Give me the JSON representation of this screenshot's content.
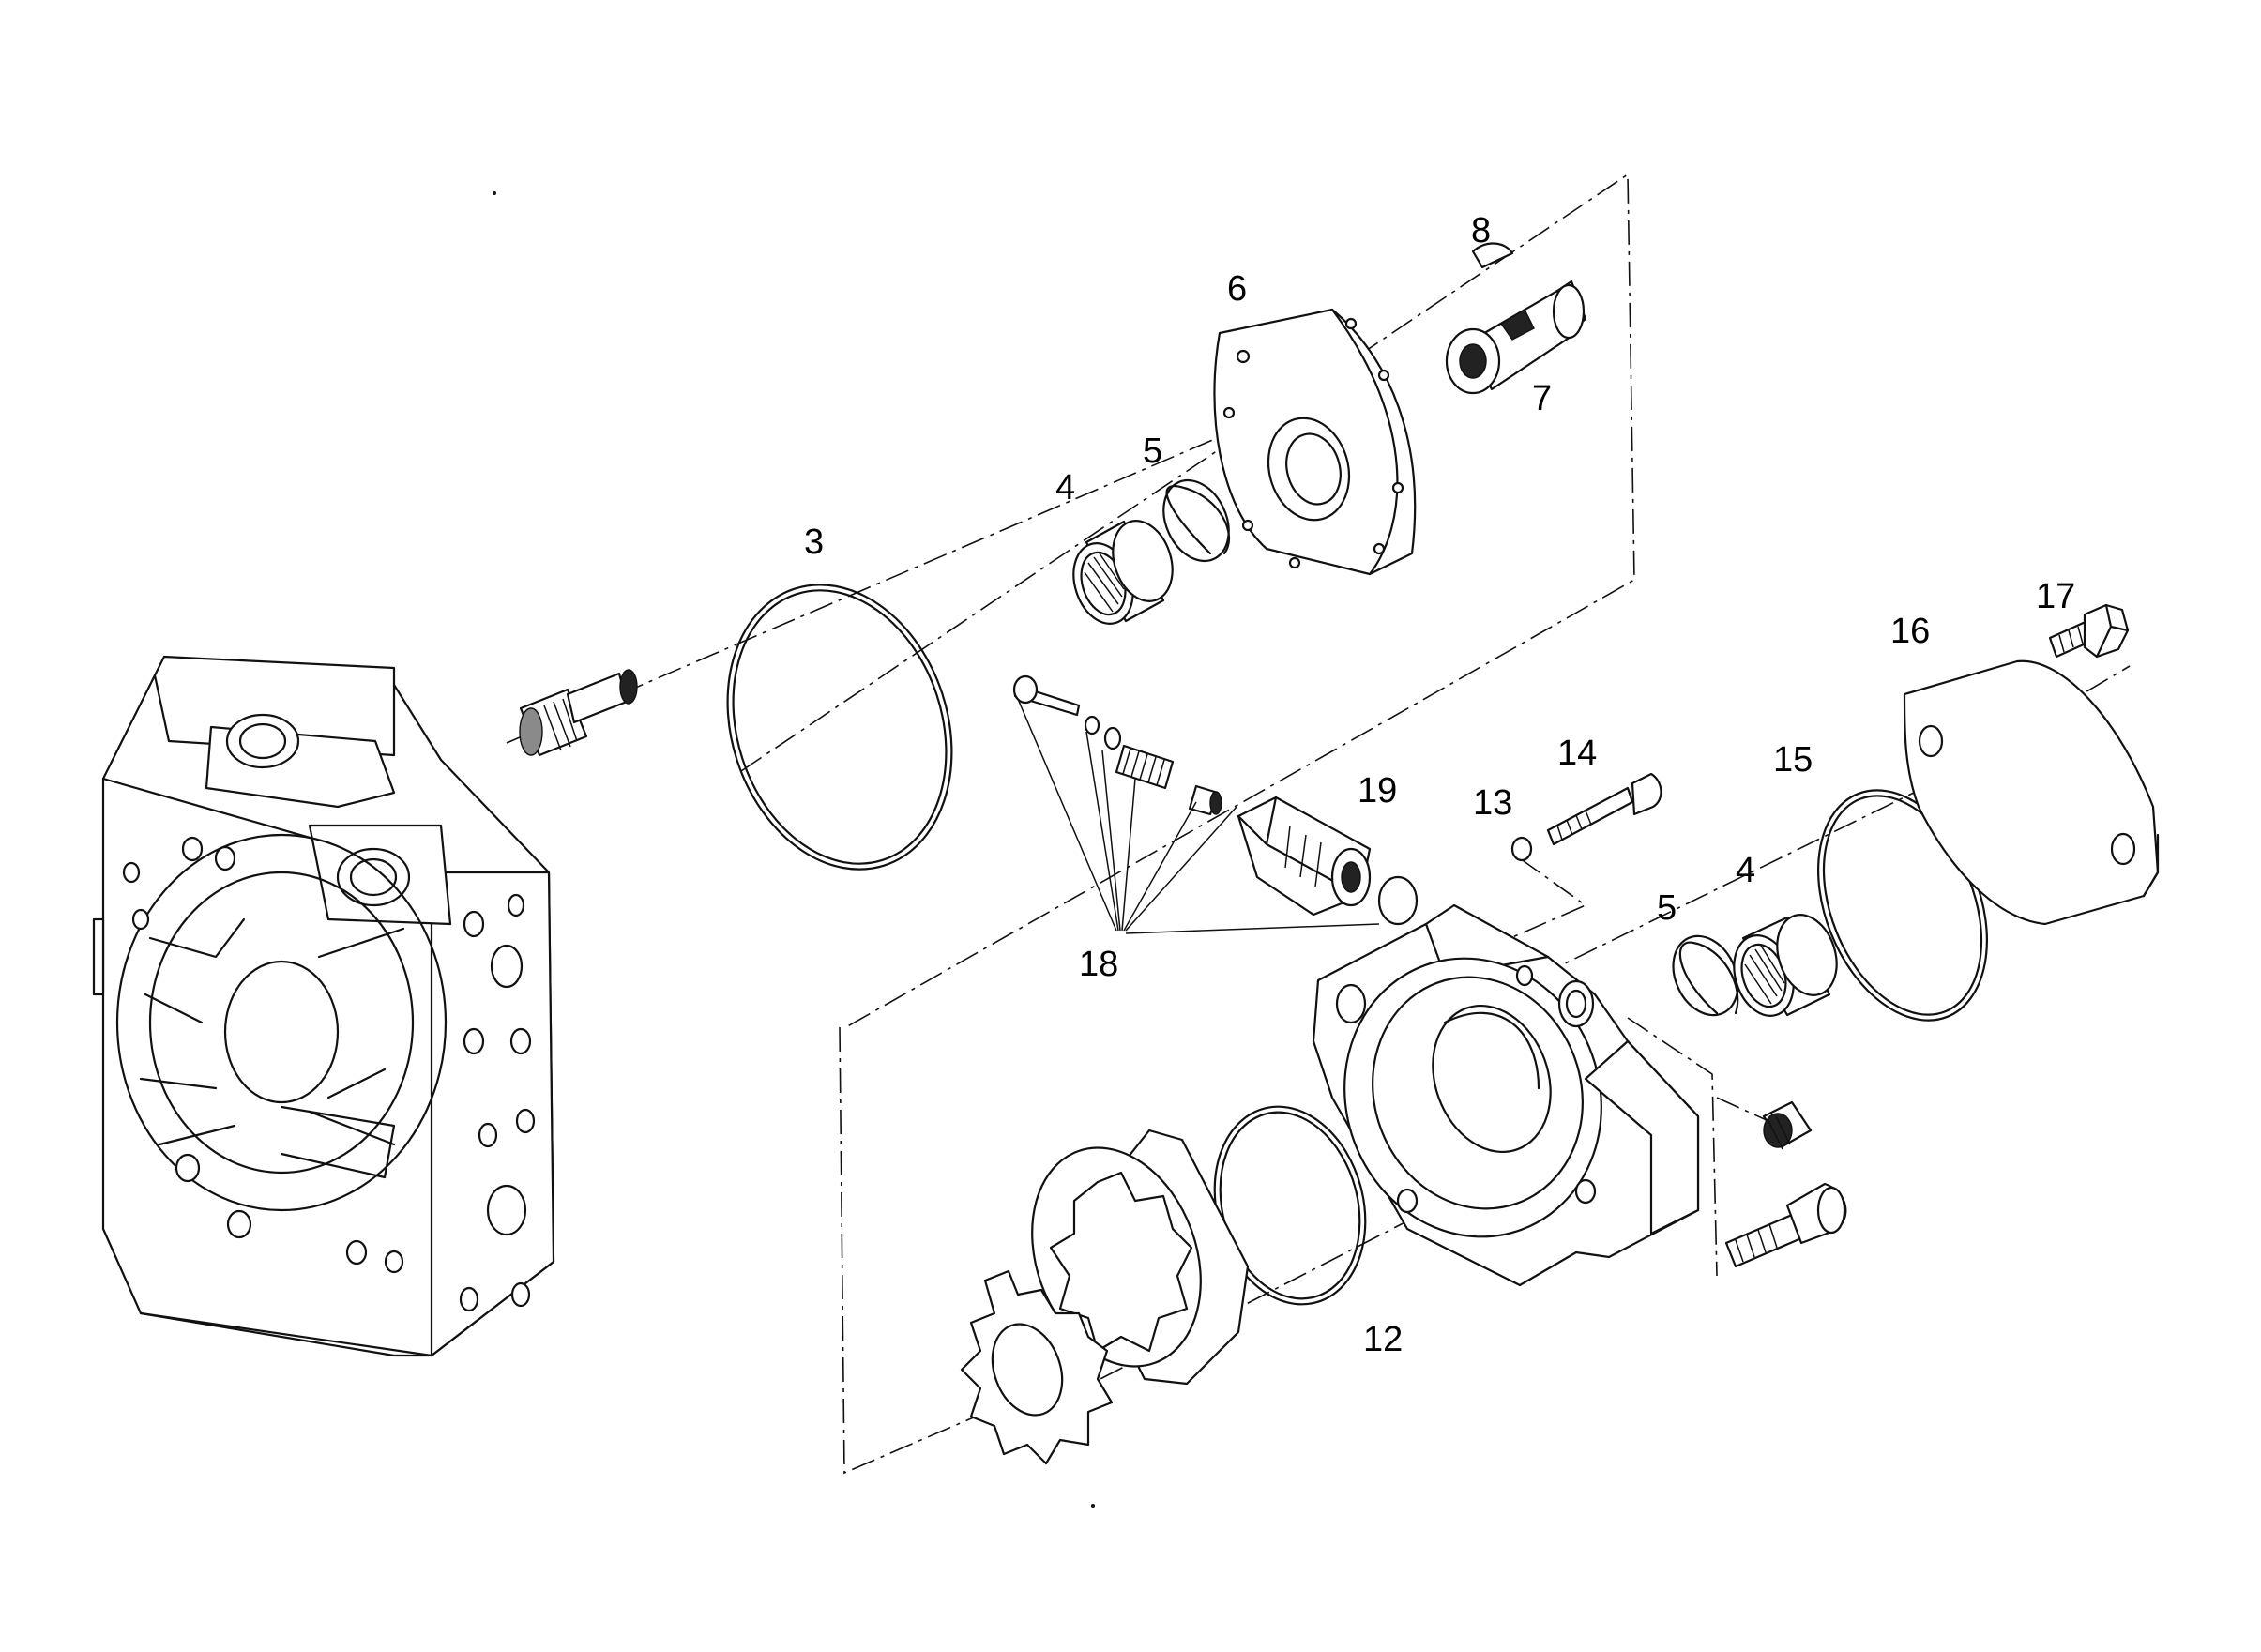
{
  "labels": [
    {
      "id": "3",
      "text": "3"
    },
    {
      "id": "4a",
      "text": "4"
    },
    {
      "id": "5a",
      "text": "5"
    },
    {
      "id": "6",
      "text": "6"
    },
    {
      "id": "7",
      "text": "7"
    },
    {
      "id": "8",
      "text": "8"
    },
    {
      "id": "12",
      "text": "12"
    },
    {
      "id": "13",
      "text": "13"
    },
    {
      "id": "14",
      "text": "14"
    },
    {
      "id": "4b",
      "text": "4"
    },
    {
      "id": "5b",
      "text": "5"
    },
    {
      "id": "15",
      "text": "15"
    },
    {
      "id": "16",
      "text": "16"
    },
    {
      "id": "17",
      "text": "17"
    },
    {
      "id": "18",
      "text": "18"
    },
    {
      "id": "19",
      "text": "19"
    }
  ]
}
